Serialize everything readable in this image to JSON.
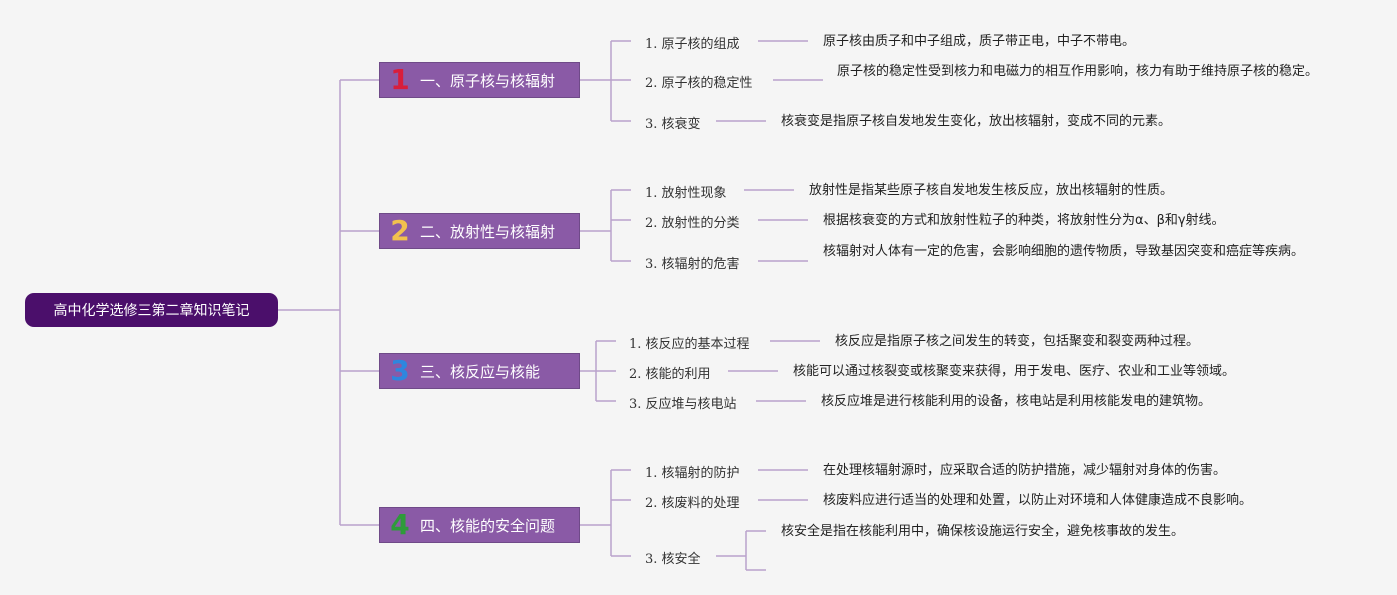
{
  "root": "高中化学选修三第二章知识笔记",
  "colors": {
    "root_bg": "#4b0f6b",
    "branch_bg": "#8a5aa6",
    "line": "#b9a2cc",
    "num1": "#d81e3c",
    "num2": "#f2c14e",
    "num3": "#2e86de",
    "num4": "#2e9b3a"
  },
  "branches": [
    {
      "num": "1",
      "label": "一、原子核与核辐射",
      "items": [
        {
          "title": "1. 原子核的组成",
          "desc": "原子核由质子和中子组成，质子带正电，中子不带电。"
        },
        {
          "title": "2. 原子核的稳定性",
          "desc": "原子核的稳定性受到核力和电磁力的相互作用影响，核力有助于维持原子核的稳定。"
        },
        {
          "title": "3. 核衰变",
          "desc": "核衰变是指原子核自发地发生变化，放出核辐射，变成不同的元素。"
        }
      ]
    },
    {
      "num": "2",
      "label": "二、放射性与核辐射",
      "items": [
        {
          "title": "1. 放射性现象",
          "desc": "放射性是指某些原子核自发地发生核反应，放出核辐射的性质。"
        },
        {
          "title": "2. 放射性的分类",
          "desc": "根据核衰变的方式和放射性粒子的种类，将放射性分为α、β和γ射线。"
        },
        {
          "title": "3. 核辐射的危害",
          "desc": "核辐射对人体有一定的危害，会影响细胞的遗传物质，导致基因突变和癌症等疾病。"
        }
      ]
    },
    {
      "num": "3",
      "label": "三、核反应与核能",
      "items": [
        {
          "title": "1. 核反应的基本过程",
          "desc": "核反应是指原子核之间发生的转变，包括聚变和裂变两种过程。"
        },
        {
          "title": "2. 核能的利用",
          "desc": "核能可以通过核裂变或核聚变来获得，用于发电、医疗、农业和工业等领域。"
        },
        {
          "title": "3. 反应堆与核电站",
          "desc": "核反应堆是进行核能利用的设备，核电站是利用核能发电的建筑物。"
        }
      ]
    },
    {
      "num": "4",
      "label": "四、核能的安全问题",
      "items": [
        {
          "title": "1. 核辐射的防护",
          "desc": "在处理核辐射源时，应采取合适的防护措施，减少辐射对身体的伤害。"
        },
        {
          "title": "2. 核废料的处理",
          "desc": "核废料应进行适当的处理和处置，以防止对环境和人体健康造成不良影响。"
        },
        {
          "title": "3. 核安全",
          "desc": "核安全是指在核能利用中，确保核设施运行安全，避免核事故的发生。"
        }
      ]
    }
  ]
}
